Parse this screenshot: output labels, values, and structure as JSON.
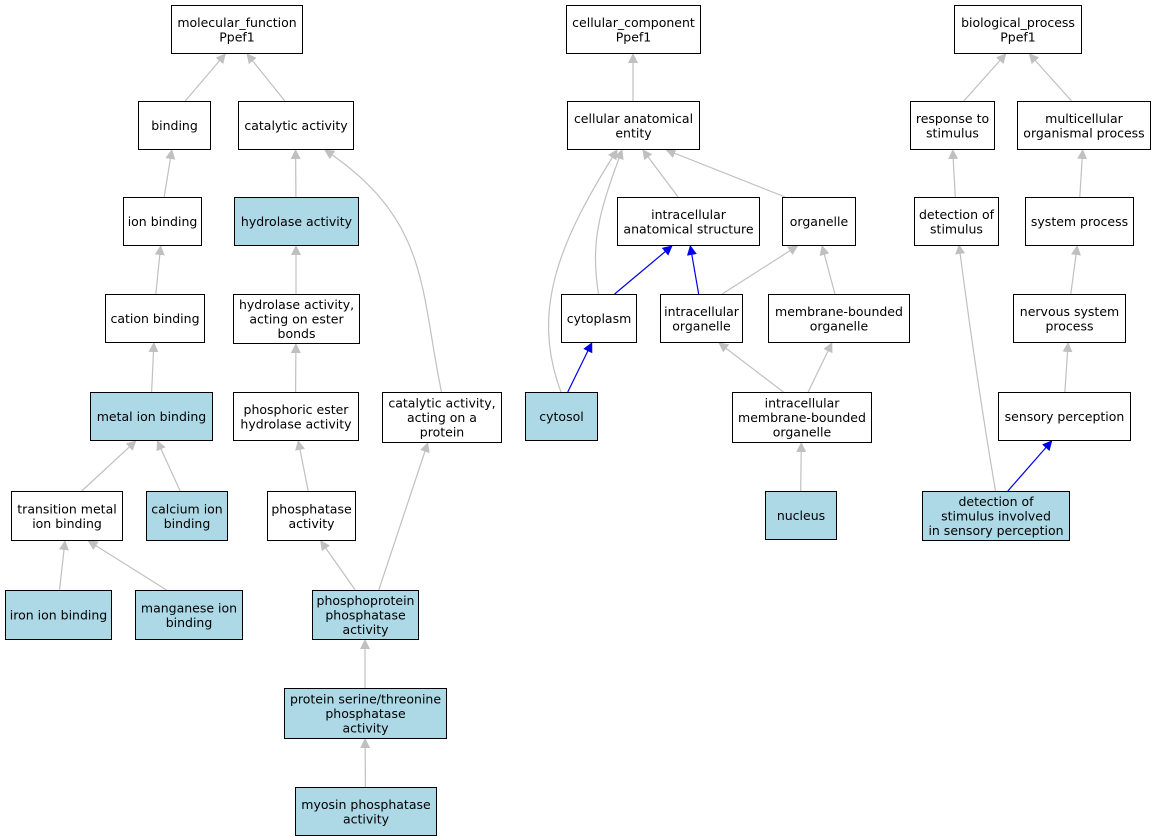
{
  "colors": {
    "highlight_fill": "#add8e6",
    "default_fill": "#ffffff",
    "edge_gray": "#c0c0c0",
    "edge_blue": "#0000ee"
  },
  "nodes": [
    {
      "id": "mf_root",
      "lines": [
        "molecular_function",
        "Ppef1"
      ],
      "highlight": false
    },
    {
      "id": "binding",
      "lines": [
        "binding"
      ],
      "highlight": false
    },
    {
      "id": "catalytic",
      "lines": [
        "catalytic activity"
      ],
      "highlight": false
    },
    {
      "id": "ion_binding",
      "lines": [
        "ion binding"
      ],
      "highlight": false
    },
    {
      "id": "hydrolase",
      "lines": [
        "hydrolase activity"
      ],
      "highlight": true
    },
    {
      "id": "cation_binding",
      "lines": [
        "cation binding"
      ],
      "highlight": false
    },
    {
      "id": "hydrolase_ester",
      "lines": [
        "hydrolase activity,",
        "acting on ester",
        "bonds"
      ],
      "highlight": false
    },
    {
      "id": "metal_ion",
      "lines": [
        "metal ion binding"
      ],
      "highlight": true
    },
    {
      "id": "phosphoric_ester",
      "lines": [
        "phosphoric ester",
        "hydrolase activity"
      ],
      "highlight": false
    },
    {
      "id": "catalytic_protein",
      "lines": [
        "catalytic activity,",
        "acting on a",
        "protein"
      ],
      "highlight": false
    },
    {
      "id": "transition_metal",
      "lines": [
        "transition metal",
        "ion binding"
      ],
      "highlight": false
    },
    {
      "id": "calcium_ion",
      "lines": [
        "calcium ion",
        "binding"
      ],
      "highlight": true
    },
    {
      "id": "phosphatase",
      "lines": [
        "phosphatase",
        "activity"
      ],
      "highlight": false
    },
    {
      "id": "iron_ion",
      "lines": [
        "iron ion binding"
      ],
      "highlight": true
    },
    {
      "id": "manganese_ion",
      "lines": [
        "manganese ion",
        "binding"
      ],
      "highlight": true
    },
    {
      "id": "phosphoprotein_phosphatase",
      "lines": [
        "phosphoprotein",
        "phosphatase",
        "activity"
      ],
      "highlight": true
    },
    {
      "id": "ser_thr_phosphatase",
      "lines": [
        "protein serine/threonine",
        "phosphatase",
        "activity"
      ],
      "highlight": true
    },
    {
      "id": "myosin_phosphatase",
      "lines": [
        "myosin phosphatase",
        "activity"
      ],
      "highlight": true
    },
    {
      "id": "cc_root",
      "lines": [
        "cellular_component",
        "Ppef1"
      ],
      "highlight": false
    },
    {
      "id": "cell_anat",
      "lines": [
        "cellular anatomical",
        "entity"
      ],
      "highlight": false
    },
    {
      "id": "intracellular_struct",
      "lines": [
        "intracellular",
        "anatomical structure"
      ],
      "highlight": false
    },
    {
      "id": "organelle",
      "lines": [
        "organelle"
      ],
      "highlight": false
    },
    {
      "id": "cytoplasm",
      "lines": [
        "cytoplasm"
      ],
      "highlight": false
    },
    {
      "id": "intracellular_organelle",
      "lines": [
        "intracellular",
        "organelle"
      ],
      "highlight": false
    },
    {
      "id": "membrane_bounded",
      "lines": [
        "membrane-bounded",
        "organelle"
      ],
      "highlight": false
    },
    {
      "id": "cytosol",
      "lines": [
        "cytosol"
      ],
      "highlight": true
    },
    {
      "id": "intra_membrane_bounded",
      "lines": [
        "intracellular",
        "membrane-bounded",
        "organelle"
      ],
      "highlight": false
    },
    {
      "id": "nucleus",
      "lines": [
        "nucleus"
      ],
      "highlight": true
    },
    {
      "id": "bp_root",
      "lines": [
        "biological_process",
        "Ppef1"
      ],
      "highlight": false
    },
    {
      "id": "response_stimulus",
      "lines": [
        "response to",
        "stimulus"
      ],
      "highlight": false
    },
    {
      "id": "multicellular",
      "lines": [
        "multicellular",
        "organismal process"
      ],
      "highlight": false
    },
    {
      "id": "detection_stimulus",
      "lines": [
        "detection of",
        "stimulus"
      ],
      "highlight": false
    },
    {
      "id": "system_process",
      "lines": [
        "system process"
      ],
      "highlight": false
    },
    {
      "id": "nervous_system",
      "lines": [
        "nervous system",
        "process"
      ],
      "highlight": false
    },
    {
      "id": "sensory_perception",
      "lines": [
        "sensory perception"
      ],
      "highlight": false
    },
    {
      "id": "detection_sensory",
      "lines": [
        "detection of",
        "stimulus involved",
        "in sensory perception"
      ],
      "highlight": true
    }
  ],
  "edges": [
    {
      "from": "binding",
      "to": "mf_root",
      "color": "gray"
    },
    {
      "from": "catalytic",
      "to": "mf_root",
      "color": "gray"
    },
    {
      "from": "ion_binding",
      "to": "binding",
      "color": "gray"
    },
    {
      "from": "cation_binding",
      "to": "ion_binding",
      "color": "gray"
    },
    {
      "from": "metal_ion",
      "to": "cation_binding",
      "color": "gray"
    },
    {
      "from": "transition_metal",
      "to": "metal_ion",
      "color": "gray"
    },
    {
      "from": "calcium_ion",
      "to": "metal_ion",
      "color": "gray"
    },
    {
      "from": "iron_ion",
      "to": "transition_metal",
      "color": "gray"
    },
    {
      "from": "manganese_ion",
      "to": "transition_metal",
      "color": "gray"
    },
    {
      "from": "hydrolase",
      "to": "catalytic",
      "color": "gray"
    },
    {
      "from": "hydrolase_ester",
      "to": "hydrolase",
      "color": "gray"
    },
    {
      "from": "phosphoric_ester",
      "to": "hydrolase_ester",
      "color": "gray"
    },
    {
      "from": "phosphatase",
      "to": "phosphoric_ester",
      "color": "gray"
    },
    {
      "from": "catalytic_protein",
      "to": "catalytic",
      "color": "gray"
    },
    {
      "from": "phosphoprotein_phosphatase",
      "to": "phosphatase",
      "color": "gray"
    },
    {
      "from": "phosphoprotein_phosphatase",
      "to": "catalytic_protein",
      "color": "gray"
    },
    {
      "from": "ser_thr_phosphatase",
      "to": "phosphoprotein_phosphatase",
      "color": "gray"
    },
    {
      "from": "myosin_phosphatase",
      "to": "ser_thr_phosphatase",
      "color": "gray"
    },
    {
      "from": "cell_anat",
      "to": "cc_root",
      "color": "gray"
    },
    {
      "from": "intracellular_struct",
      "to": "cell_anat",
      "color": "gray"
    },
    {
      "from": "organelle",
      "to": "cell_anat",
      "color": "gray"
    },
    {
      "from": "cytoplasm",
      "to": "cell_anat",
      "color": "gray"
    },
    {
      "from": "cytosol",
      "to": "cell_anat",
      "color": "gray"
    },
    {
      "from": "cytoplasm",
      "to": "intracellular_struct",
      "color": "blue"
    },
    {
      "from": "intracellular_organelle",
      "to": "intracellular_struct",
      "color": "blue"
    },
    {
      "from": "intracellular_organelle",
      "to": "organelle",
      "color": "gray"
    },
    {
      "from": "membrane_bounded",
      "to": "organelle",
      "color": "gray"
    },
    {
      "from": "cytosol",
      "to": "cytoplasm",
      "color": "blue"
    },
    {
      "from": "intra_membrane_bounded",
      "to": "intracellular_organelle",
      "color": "gray"
    },
    {
      "from": "intra_membrane_bounded",
      "to": "membrane_bounded",
      "color": "gray"
    },
    {
      "from": "nucleus",
      "to": "intra_membrane_bounded",
      "color": "gray"
    },
    {
      "from": "response_stimulus",
      "to": "bp_root",
      "color": "gray"
    },
    {
      "from": "multicellular",
      "to": "bp_root",
      "color": "gray"
    },
    {
      "from": "detection_stimulus",
      "to": "response_stimulus",
      "color": "gray"
    },
    {
      "from": "system_process",
      "to": "multicellular",
      "color": "gray"
    },
    {
      "from": "nervous_system",
      "to": "system_process",
      "color": "gray"
    },
    {
      "from": "sensory_perception",
      "to": "nervous_system",
      "color": "gray"
    },
    {
      "from": "detection_sensory",
      "to": "sensory_perception",
      "color": "blue"
    },
    {
      "from": "detection_sensory",
      "to": "detection_stimulus",
      "color": "gray"
    }
  ]
}
